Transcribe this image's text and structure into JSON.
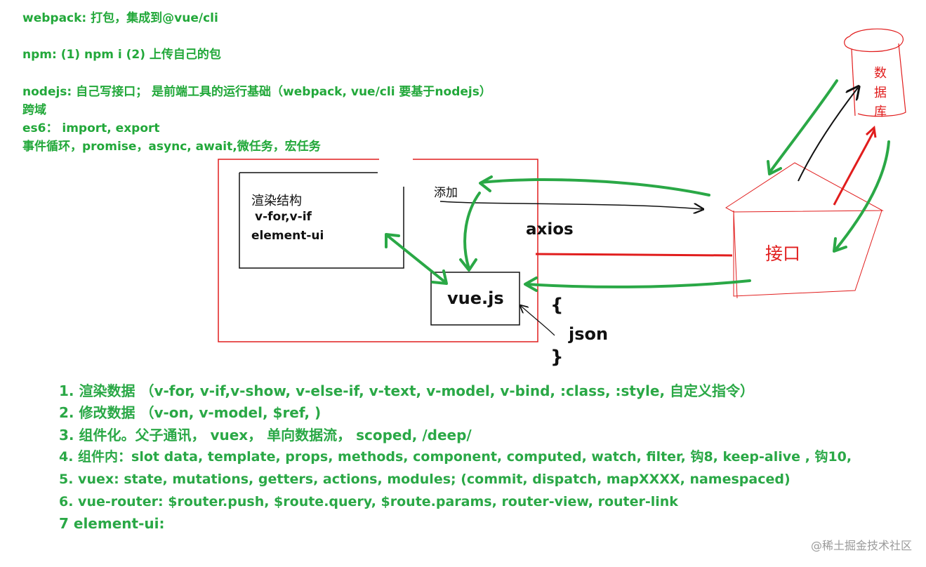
{
  "notes": [
    "webpack: 打包，集成到@vue/cli",
    "npm:  (1)  npm i   (2) 上传自己的包",
    "nodejs: 自己写接口；  是前端工具的运行基础（webpack, vue/cli 要基于nodejs）",
    "跨域",
    "es6：  import, export",
    "事件循环，promise，async, await,微任务，宏任务"
  ],
  "diagram": {
    "render_box_lines": [
      "渲染结构",
      "v-for,v-if",
      "element-ui"
    ],
    "add_label": "添加",
    "axios_label": "axios",
    "vue_label": "vue.js",
    "json_open": "{",
    "json_label": "json",
    "json_close": "}",
    "interface_label": "接口",
    "db_chars": [
      "数",
      "据",
      "库"
    ]
  },
  "summary": [
    "1. 渲染数据 （v-for, v-if,v-show, v-else-if, v-text, v-model, v-bind, :class, :style, 自定义指令）",
    "2. 修改数据 （v-on, v-model, $ref, )",
    "3. 组件化。父子通讯，  vuex，  单向数据流，  scoped,  /deep/",
    "4. 组件内：slot data, template, props, methods, component, computed, watch, filter,  钩8, keep-alive , 钩10,",
    "5. vuex: state, mutations, getters, actions, modules; (commit, dispatch, mapXXXX, namespaced)",
    "6. vue-router: $router.push, $route.query, $route.params, router-view, router-link",
    "7 element-ui:"
  ],
  "watermark": "@稀土掘金技术社区",
  "colors": {
    "green": "#2aa846",
    "red": "#e11d1d",
    "black": "#111111"
  }
}
